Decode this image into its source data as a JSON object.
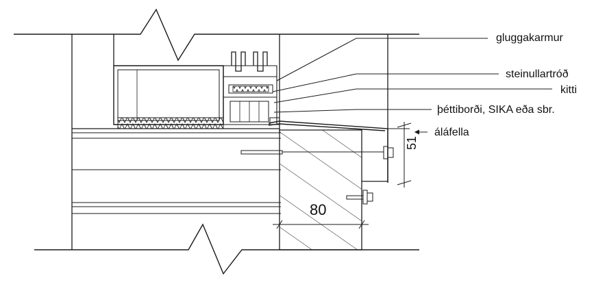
{
  "labels": {
    "window_frame": "gluggakarmur",
    "mineral_wool": "steinullartróð",
    "putty": "kitti",
    "sealant_strip": "þéttiborði, SIKA eða sbr.",
    "aluminium_flashing": "áláfella"
  },
  "dimensions": {
    "vertical": "51",
    "timber_width": "80"
  },
  "colors": {
    "line": "#1a1a1a",
    "background": "#ffffff"
  }
}
